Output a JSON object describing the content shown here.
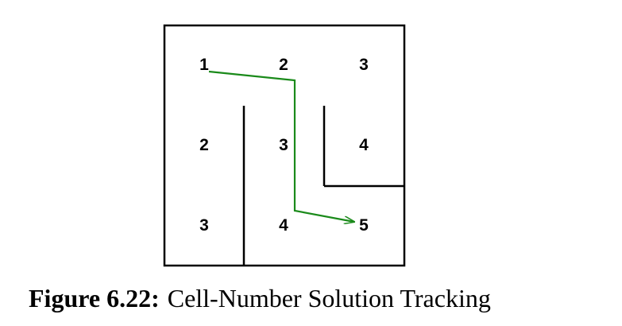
{
  "maze": {
    "cells": [
      [
        "1",
        "2",
        "3"
      ],
      [
        "2",
        "3",
        "4"
      ],
      [
        "3",
        "4",
        "5"
      ]
    ],
    "path_color": "#1a8a1a",
    "wall_color": "#000000"
  },
  "caption": {
    "label": "Figure 6.22:",
    "text": "Cell-Number Solution Tracking"
  }
}
